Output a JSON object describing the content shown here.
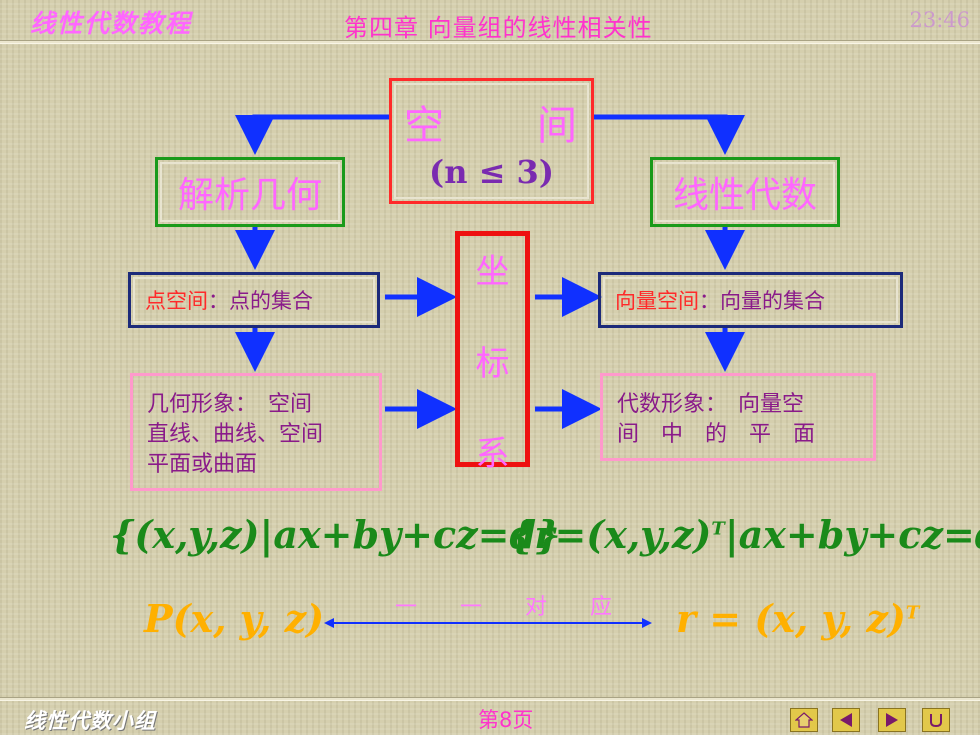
{
  "header": {
    "course_title": "线性代数教程",
    "chapter_title": "第四章 向量组的线性相关性",
    "time": "23:46"
  },
  "diagram": {
    "space": {
      "left": "空",
      "right": "间",
      "condition": "(n ≤ 3)"
    },
    "analytic_geometry": "解析几何",
    "linear_algebra": "线性代数",
    "coordinate_system": [
      "坐",
      "标",
      "系"
    ],
    "point_space": {
      "head": "点空间",
      "colon": "：",
      "tail": "点的集合"
    },
    "vector_space": {
      "head": "向量空间",
      "colon": "：",
      "tail": "向量的集合"
    },
    "geometric_image": [
      "几何形象：　空间",
      "直线、曲线、空间",
      "平面或曲面"
    ],
    "algebraic_image": [
      "代数形象：　向量空",
      "间　中　的　平　面"
    ]
  },
  "formulas": {
    "point_set": "{(x,y,z)|ax+by+cz=d}",
    "vector_set_pre": "{r=(x,y,z)",
    "vector_set_sup": "T",
    "vector_set_post": "|ax+by+cz=d}",
    "point": "P(x, y, z)",
    "one_to_one": "一 一 对 应",
    "vector": "r = (x, y, z)",
    "vector_sup": "T"
  },
  "footer": {
    "group": "线性代数小组",
    "page": "第8页"
  },
  "nav": {
    "home_icon": "home-icon",
    "prev_icon": "triangle-left-icon",
    "next_icon": "triangle-right-icon",
    "return_icon": "return-icon"
  },
  "colors": {
    "accent_magenta": "#ff66ff",
    "green": "#1a9a1a",
    "red": "#ee1111",
    "blue_arrow": "#1030ff",
    "orange": "#ffb000"
  }
}
